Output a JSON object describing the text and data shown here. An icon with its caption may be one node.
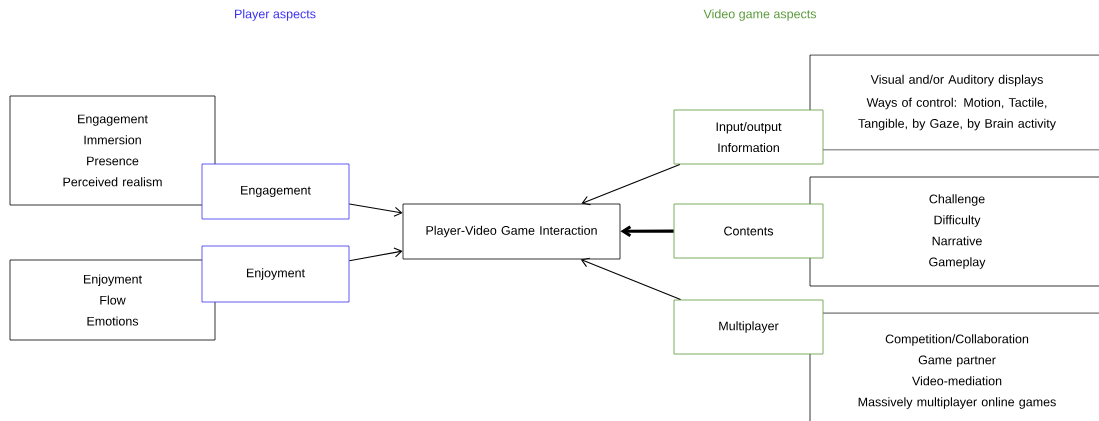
{
  "diagram": {
    "nodes": [
      {
        "text": [
          "Engagement",
          "Immersion",
          "Presence",
          "Perceived realism"
        ]
      },
      {
        "text": [
          "Engagement"
        ]
      },
      {
        "text": [
          "Enjoyment",
          "Flow",
          "Emotions"
        ]
      },
      {
        "text": [
          "Enjoyment"
        ]
      },
      {
        "text": [
          "Player-Video Game Interaction"
        ]
      },
      {
        "text": [
          "Visual and/or Auditory displays",
          "Ways of control: Motion, Tactile, Tangible, by Gaze, by Brain activity"
        ]
      },
      {
        "text": [
          "Input/output Information"
        ]
      },
      {
        "text": [
          "Challenge",
          "Difficulty",
          "Narrative",
          "Gameplay"
        ]
      },
      {
        "text": [
          "Contents"
        ]
      },
      {
        "text": [
          "Competition/Collaboration",
          "Game partner",
          "Video-mediation",
          "Massively multiplayer online games"
        ]
      },
      {
        "text": [
          "Multiplayer"
        ]
      }
    ],
    "edges": [
      {
        "from": 1,
        "to": 4,
        "arrow": "to"
      },
      {
        "from": 3,
        "to": 4,
        "arrow": "to"
      },
      {
        "from": 6,
        "to": 4,
        "arrow": "to"
      },
      {
        "from": 8,
        "to": 4,
        "arrow": "to",
        "style": "thick"
      },
      {
        "from": 10,
        "to": 4,
        "arrow": "to"
      }
    ],
    "labels": [
      "Player aspects",
      "Video game aspects"
    ]
  }
}
